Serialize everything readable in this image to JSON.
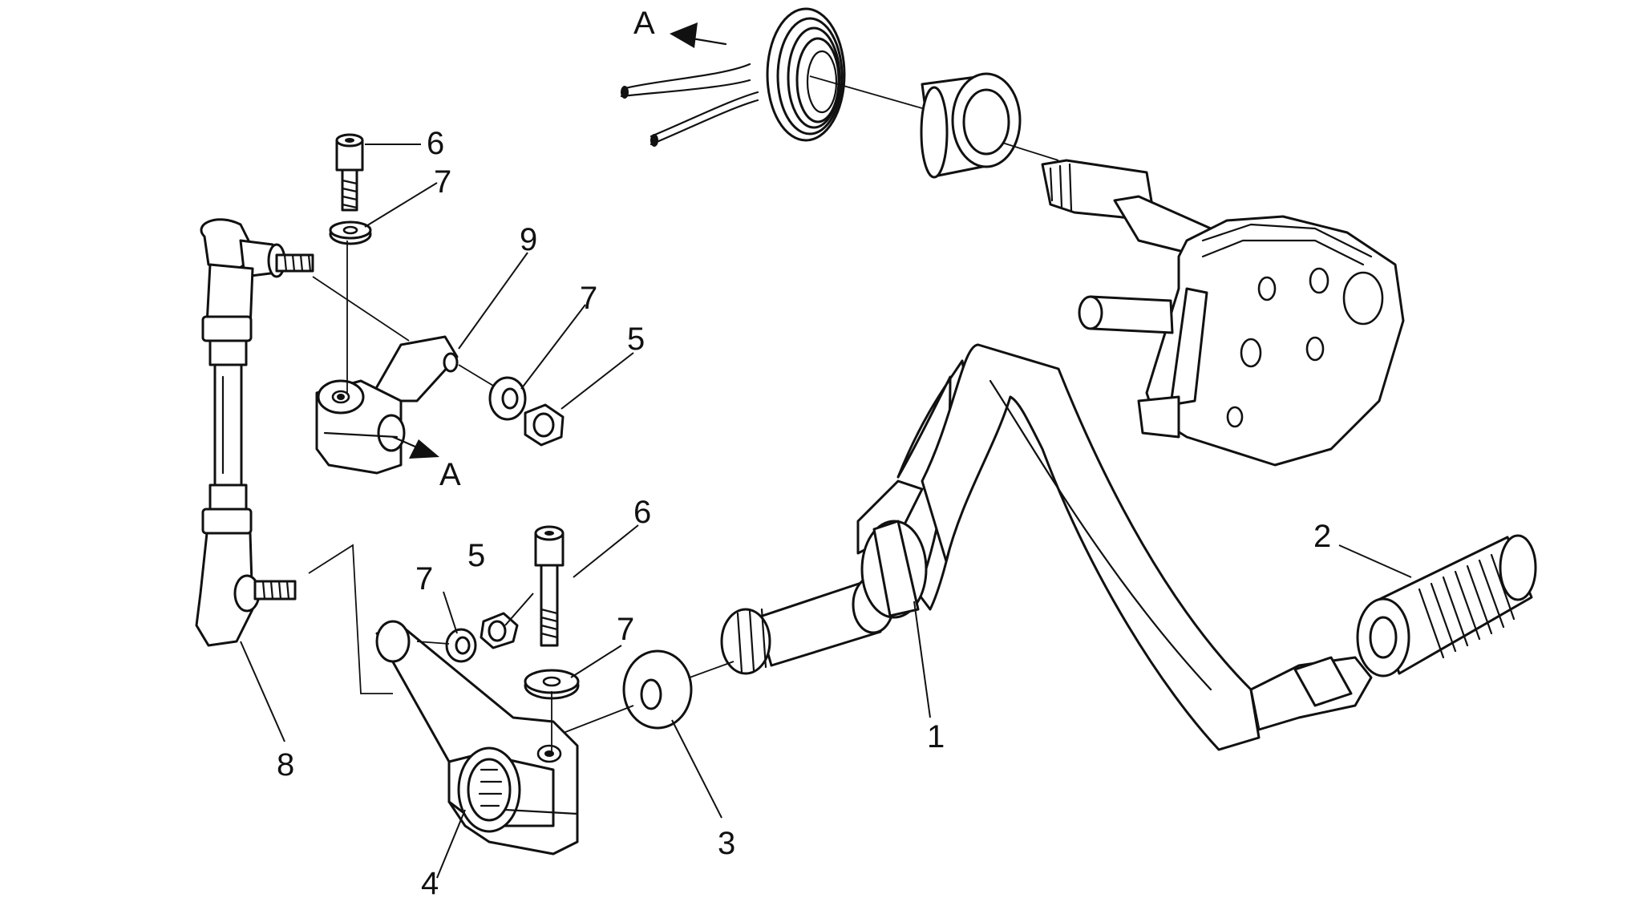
{
  "callouts": [
    {
      "id": "1",
      "text": "1"
    },
    {
      "id": "2",
      "text": "2"
    },
    {
      "id": "3",
      "text": "3"
    },
    {
      "id": "4",
      "text": "4"
    },
    {
      "id": "5a",
      "text": "5"
    },
    {
      "id": "5b",
      "text": "5"
    },
    {
      "id": "6a",
      "text": "6"
    },
    {
      "id": "6b",
      "text": "6"
    },
    {
      "id": "7a",
      "text": "7"
    },
    {
      "id": "7b",
      "text": "7"
    },
    {
      "id": "7c",
      "text": "7"
    },
    {
      "id": "7d",
      "text": "7"
    },
    {
      "id": "8",
      "text": "8"
    },
    {
      "id": "9",
      "text": "9"
    }
  ],
  "view_markers": [
    {
      "id": "top",
      "text": "A"
    },
    {
      "id": "mid",
      "text": "A"
    }
  ]
}
